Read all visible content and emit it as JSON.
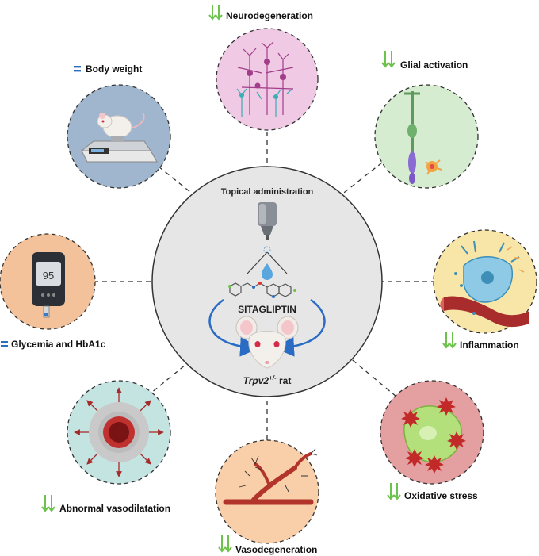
{
  "center": {
    "top_label": "Topical administration",
    "drug_label": "SITAGLIPTIN",
    "model_label_gene": "Trpv2",
    "model_label_sup": "+/-",
    "model_label_suffix": " rat"
  },
  "outcomes": [
    {
      "id": "neurodegeneration",
      "label": "Neurodegeneration",
      "effect": "decreased",
      "color": "#f0c9e4"
    },
    {
      "id": "glial-activation",
      "label": "Glial activation",
      "effect": "decreased",
      "color": "#d5ecd0"
    },
    {
      "id": "inflammation",
      "label": "Inflammation",
      "effect": "decreased",
      "color": "#f7e6a8"
    },
    {
      "id": "oxidative-stress",
      "label": "Oxidative stress",
      "effect": "decreased",
      "color": "#e4a0a0"
    },
    {
      "id": "vasodegeneration",
      "label": "Vasodegeneration",
      "effect": "decreased",
      "color": "#f8cfa8"
    },
    {
      "id": "abnormal-vasodilatation",
      "label": "Abnormal vasodilatation",
      "effect": "decreased",
      "color": "#c4e4e2"
    },
    {
      "id": "glycemia",
      "label": "Glycemia and HbA1c",
      "effect": "unchanged",
      "color": "#f4c29a"
    },
    {
      "id": "body-weight",
      "label": "Body weight",
      "effect": "unchanged",
      "color": "#9fb6ce"
    }
  ],
  "glucometer_reading": "95",
  "colors": {
    "decrease_arrow": "#6cc24a",
    "equal_sign": "#2c6fc0",
    "center_fill": "#e6e6e6",
    "curved_arrow": "#2a6cc4"
  },
  "icons": {
    "decrease": "double-down-arrow-icon",
    "unchanged": "equals-icon"
  }
}
